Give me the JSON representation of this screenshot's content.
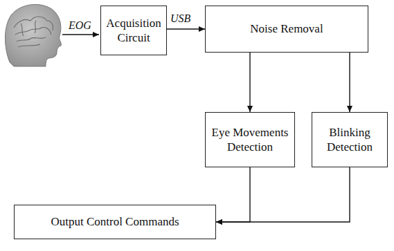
{
  "diagram": {
    "nodes": [
      {
        "text": [
          "Acquisition Circuit"
        ]
      },
      {
        "text": [
          "Noise Removal"
        ]
      },
      {
        "text": [
          "Eye Movements Detection"
        ]
      },
      {
        "text": [
          "Blinking Detection"
        ]
      },
      {
        "text": [
          "Output Control Commands"
        ]
      }
    ],
    "edges": [
      {
        "from": 0,
        "to": 1,
        "label": "USB",
        "arrow": "to"
      },
      {
        "from": 1,
        "to": 2,
        "arrow": "to"
      },
      {
        "from": 1,
        "to": 3,
        "arrow": "to"
      },
      {
        "from": 2,
        "to": 4,
        "arrow": "to"
      },
      {
        "from": 3,
        "to": 4,
        "arrow": "to"
      }
    ],
    "labels": [
      "EOG"
    ]
  }
}
